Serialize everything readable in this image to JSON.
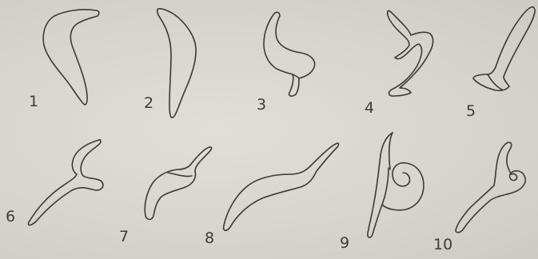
{
  "figures": [
    {
      "number": "1",
      "shape": "hooked leaf-like outline"
    },
    {
      "number": "2",
      "shape": "elongated curved spindle"
    },
    {
      "number": "3",
      "shape": "bent body with short stalk"
    },
    {
      "number": "4",
      "shape": "zig-zag bent tube"
    },
    {
      "number": "5",
      "shape": "long tube with flat foot"
    },
    {
      "number": "6",
      "shape": "curled head on long tail"
    },
    {
      "number": "7",
      "shape": "twisted spindle with hook"
    },
    {
      "number": "8",
      "shape": "long curved tapering body"
    },
    {
      "number": "9",
      "shape": "spiral coil on long stalk"
    },
    {
      "number": "10",
      "shape": "small spiral coil on stalk"
    }
  ],
  "colors": {
    "paper": "#d9d7cf",
    "ink": "#3a3a38"
  }
}
